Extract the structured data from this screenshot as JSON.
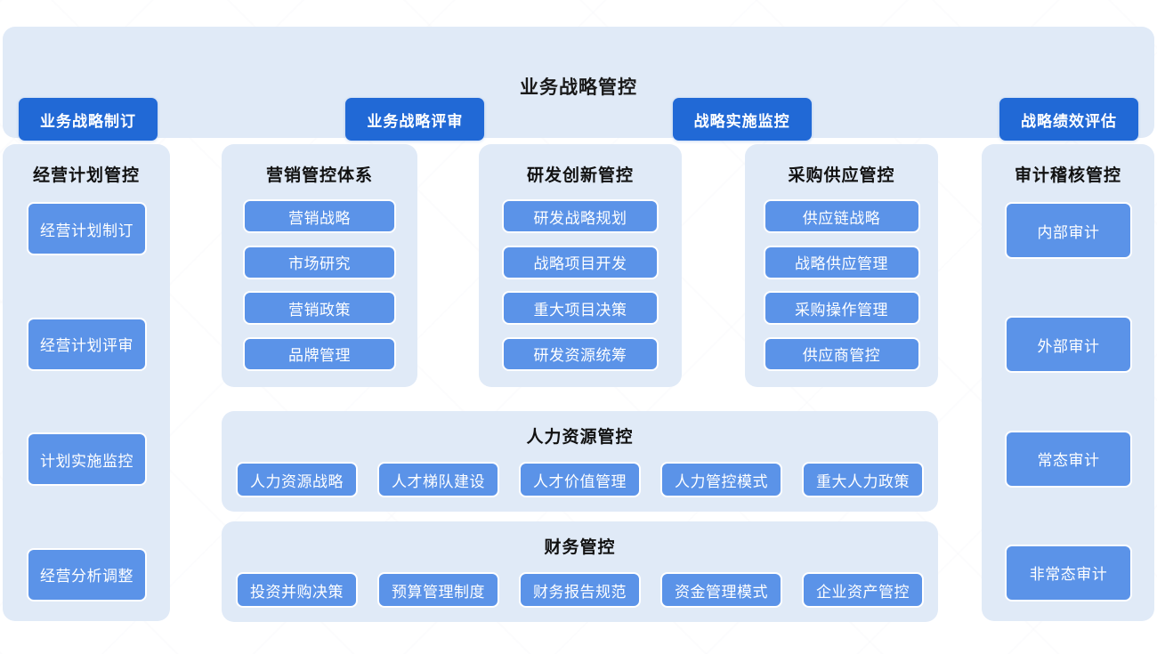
{
  "banner": {
    "title": "业务战略管控",
    "buttons": [
      {
        "label": "业务战略制订"
      },
      {
        "label": "业务战略评审"
      },
      {
        "label": "战略实施监控"
      },
      {
        "label": "战略绩效评估"
      }
    ]
  },
  "columns": [
    {
      "title": "经营计划管控",
      "items": [
        {
          "label": "经营计划制订"
        },
        {
          "label": "经营计划评审"
        },
        {
          "label": "计划实施监控"
        },
        {
          "label": "经营分析调整"
        }
      ]
    },
    {
      "title": "营销管控体系",
      "items": [
        {
          "label": "营销战略"
        },
        {
          "label": "市场研究"
        },
        {
          "label": "营销政策"
        },
        {
          "label": "品牌管理"
        }
      ]
    },
    {
      "title": "研发创新管控",
      "items": [
        {
          "label": "研发战略规划"
        },
        {
          "label": "战略项目开发"
        },
        {
          "label": "重大项目决策"
        },
        {
          "label": "研发资源统筹"
        }
      ]
    },
    {
      "title": "采购供应管控",
      "items": [
        {
          "label": "供应链战略"
        },
        {
          "label": "战略供应管理"
        },
        {
          "label": "采购操作管理"
        },
        {
          "label": "供应商管控"
        }
      ]
    },
    {
      "title": "审计稽核管控",
      "items": [
        {
          "label": "内部审计"
        },
        {
          "label": "外部审计"
        },
        {
          "label": "常态审计"
        },
        {
          "label": "非常态审计"
        }
      ]
    }
  ],
  "wide_panels": [
    {
      "title": "人力资源管控",
      "items": [
        {
          "label": "人力资源战略"
        },
        {
          "label": "人才梯队建设"
        },
        {
          "label": "人才价值管理"
        },
        {
          "label": "人力管控模式"
        },
        {
          "label": "重大人力政策"
        }
      ]
    },
    {
      "title": "财务管控",
      "items": [
        {
          "label": "投资并购决策"
        },
        {
          "label": "预算管理制度"
        },
        {
          "label": "财务报告规范"
        },
        {
          "label": "资金管理模式"
        },
        {
          "label": "企业资产管控"
        }
      ]
    }
  ],
  "colors": {
    "panel_background": "#e0eaf7",
    "primary_button": "#2169d6",
    "secondary_button": "#5b93e8",
    "canvas_background": "#ffffff",
    "title_text": "#111111",
    "button_text": "#ffffff"
  }
}
